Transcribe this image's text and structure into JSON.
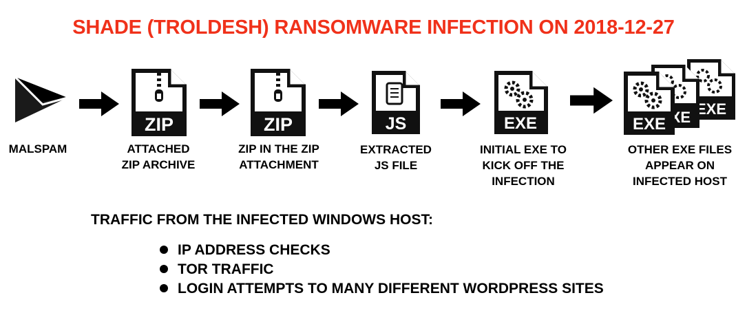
{
  "title": {
    "text": "SHADE (TROLDESH) RANSOMWARE INFECTION ON 2018-12-27",
    "color": "#f0311a"
  },
  "steps": [
    {
      "id": "malspam",
      "icon": "envelope-icon",
      "label": "MALSPAM"
    },
    {
      "id": "zip1",
      "icon": "zip-file-icon",
      "badge": "ZIP",
      "label": "ATTACHED\nZIP ARCHIVE"
    },
    {
      "id": "zip2",
      "icon": "zip-file-icon",
      "badge": "ZIP",
      "label": "ZIP IN THE ZIP\nATTACHMENT"
    },
    {
      "id": "js",
      "icon": "js-file-icon",
      "badge": "JS",
      "label": "EXTRACTED\nJS FILE"
    },
    {
      "id": "exe",
      "icon": "exe-file-icon",
      "badge": "EXE",
      "label": "INITIAL EXE TO\nKICK OFF THE\nINFECTION"
    },
    {
      "id": "exes",
      "icon": "exe-files-stack-icon",
      "badge": "EXE",
      "label": "OTHER EXE FILES\nAPPEAR ON\nINFECTED HOST"
    }
  ],
  "traffic": {
    "heading": "TRAFFIC FROM THE INFECTED WINDOWS HOST:",
    "items": [
      "IP ADDRESS CHECKS",
      "TOR TRAFFIC",
      "LOGIN ATTEMPTS TO MANY DIFFERENT WORDPRESS SITES"
    ]
  }
}
